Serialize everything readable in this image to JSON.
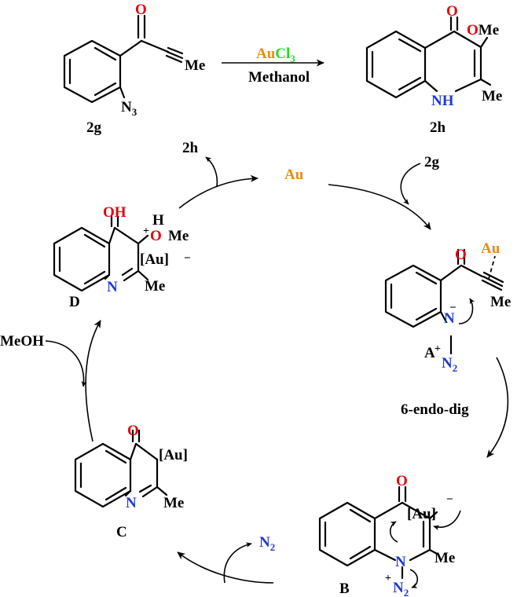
{
  "colors": {
    "oxygen": "#e8000b",
    "nitrogen": "#1f39d6",
    "gold": "#f0890f",
    "chlorine": "#22dd22",
    "ink": "#000000"
  },
  "reaction": {
    "reagent_au": "Au",
    "reagent_cl": "Cl",
    "reagent_cl_sub": "3",
    "solvent": "Methanol"
  },
  "compounds": {
    "start_label": "2g",
    "product_label": "2h",
    "start_azide": "N",
    "start_azide_sub": "3",
    "start_methyl": "Me",
    "start_oxygen": "O",
    "product_oxygen": "O",
    "product_ome": "OMe",
    "product_nh": "NH",
    "product_me": "Me"
  },
  "cycle": {
    "catalyst": "Au",
    "out_product": "2h",
    "in_substrate": "2g",
    "in_methanol": "MeOH",
    "out_n2": "N",
    "out_n2_sub": "2",
    "step_label": "6-endo-dig"
  },
  "intermediate_a": {
    "label": "A",
    "oxygen": "O",
    "gold": "Au",
    "methyl": "Me",
    "nitrogen": "N",
    "minus": "−",
    "plus": "+",
    "n2": "N",
    "n2_sub": "2"
  },
  "intermediate_b": {
    "label": "B",
    "oxygen": "O",
    "gold": "[Au]",
    "minus": "−",
    "methyl": "Me",
    "nitrogen": "N",
    "plus": "+",
    "n2": "N",
    "n2_sub": "2"
  },
  "intermediate_c": {
    "label": "C",
    "oxygen": "O",
    "gold": "[Au]",
    "methyl": "Me",
    "nitrogen": "N"
  },
  "intermediate_d": {
    "label": "D",
    "hydroxyl": "OH",
    "hydrogen": "H",
    "plus": "+",
    "oxygen": "O",
    "methyl_top": "Me",
    "gold": "[Au]",
    "minus": "−",
    "nitrogen": "N",
    "methyl": "Me"
  }
}
